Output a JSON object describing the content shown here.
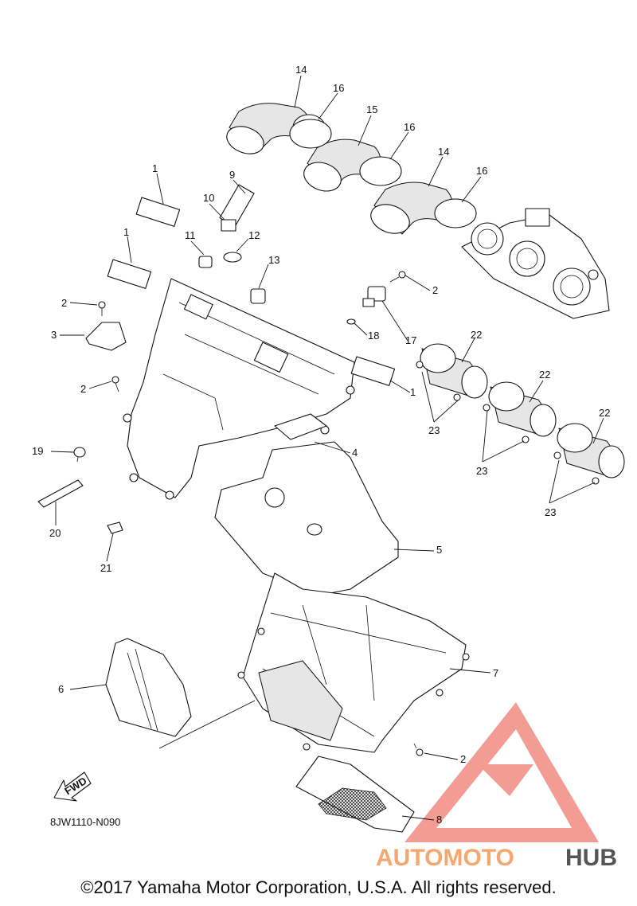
{
  "diagram": {
    "drawing_code": "8JW1110-N090",
    "fwd_label": "FWD",
    "copyright": "©2017 Yamaha Motor Corporation, U.S.A. All rights reserved.",
    "watermark": {
      "text_part1": "AUTOMOTO",
      "text_part2": "HUB",
      "colors": {
        "triangle": "#f28b82",
        "auto": "#f7b67a",
        "moto": "#f08a7a",
        "hub": "#555555"
      }
    },
    "callouts": {
      "c14a": "14",
      "c16a": "16",
      "c15": "15",
      "c16b": "16",
      "c14b": "14",
      "c16c": "16",
      "c1a": "1",
      "c9": "9",
      "c10": "10",
      "c1b": "1",
      "c11": "11",
      "c12": "12",
      "c13": "13",
      "c2a": "2",
      "c3": "3",
      "c2b": "2",
      "c2c": "2",
      "c18": "18",
      "c17": "17",
      "c22a": "22",
      "c22b": "22",
      "c22c": "22",
      "c1c": "1",
      "c23a": "23",
      "c23b": "23",
      "c23c": "23",
      "c19": "19",
      "c4": "4",
      "c20": "20",
      "c21": "21",
      "c5": "5",
      "c6": "6",
      "c7": "7",
      "c2d": "2",
      "c8": "8"
    }
  }
}
